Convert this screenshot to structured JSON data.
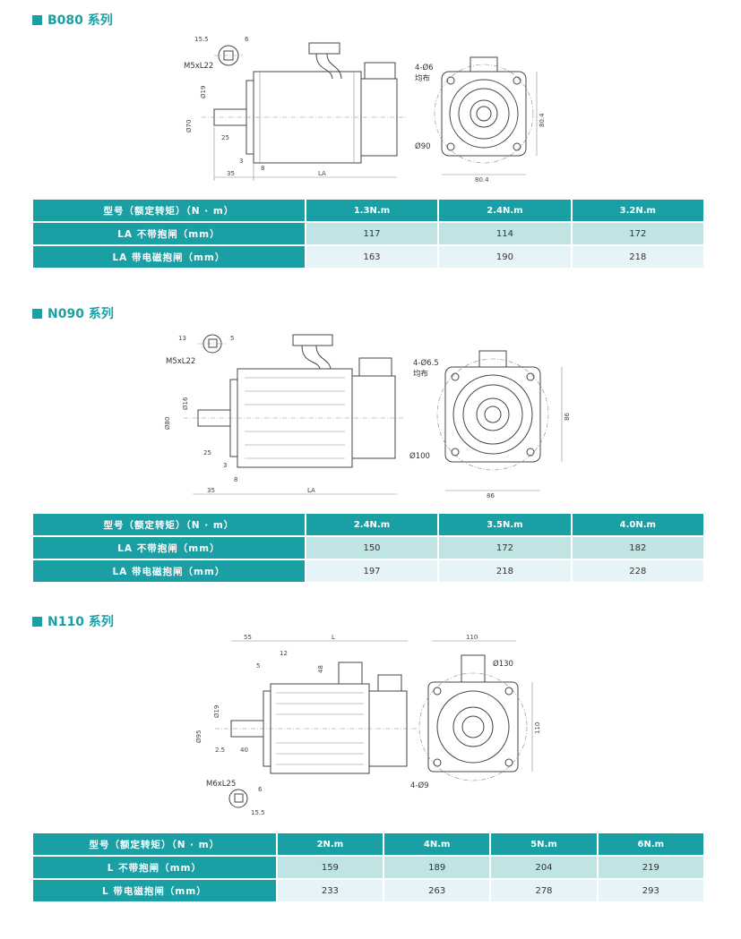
{
  "sections": [
    {
      "title": "B080 系列",
      "table": {
        "header_label": "型号（额定转矩）（N · m）",
        "models": [
          "1.3N.m",
          "2.4N.m",
          "3.2N.m"
        ],
        "rows": [
          {
            "label": "LA 不带抱闸（mm）",
            "values": [
              "117",
              "114",
              "172"
            ]
          },
          {
            "label": "LA 带电磁抱闸（mm）",
            "values": [
              "163",
              "190",
              "218"
            ]
          }
        ]
      },
      "dims": {
        "key_w": "15.5",
        "key_h": "6",
        "screw": "M5xL22",
        "shaft_d": "Ø19",
        "flange_d": "Ø70",
        "shaft_len": "25",
        "step": "3",
        "collar": "8",
        "front": "35",
        "body": "LA",
        "holes": "4-Ø6",
        "holes_note": "均布",
        "pcd": "Ø90",
        "square_h": "80.4",
        "square_w": "80.4"
      }
    },
    {
      "title": "N090 系列",
      "table": {
        "header_label": "型号（额定转矩）（N · m）",
        "models": [
          "2.4N.m",
          "3.5N.m",
          "4.0N.m"
        ],
        "rows": [
          {
            "label": "LA 不带抱闸（mm）",
            "values": [
              "150",
              "172",
              "182"
            ]
          },
          {
            "label": "LA 带电磁抱闸（mm）",
            "values": [
              "197",
              "218",
              "228"
            ]
          }
        ]
      },
      "dims": {
        "key_w": "13",
        "key_h": "5",
        "screw": "M5xL22",
        "shaft_d": "Ø16",
        "flange_d": "Ø80",
        "shaft_len": "25",
        "step": "3",
        "collar": "8",
        "front": "35",
        "body": "LA",
        "holes": "4-Ø6.5",
        "holes_note": "均布",
        "pcd": "Ø100",
        "square_h": "86",
        "square_w": "86"
      }
    },
    {
      "title": "N110 系列",
      "table": {
        "header_label": "型号（额定转矩）（N · m）",
        "models": [
          "2N.m",
          "4N.m",
          "5N.m",
          "6N.m"
        ],
        "rows": [
          {
            "label": "L 不带抱闸（mm）",
            "values": [
              "159",
              "189",
              "204",
              "219"
            ]
          },
          {
            "label": "L 带电磁抱闸（mm）",
            "values": [
              "233",
              "263",
              "278",
              "293"
            ]
          }
        ]
      },
      "dims": {
        "front": "55",
        "body": "L",
        "collar": "12",
        "step": "5",
        "conn_h": "48",
        "shaft_d": "Ø19",
        "flange_d": "Ø95",
        "step2": "2.5",
        "shaft_len": "40",
        "screw": "M6xL25",
        "key_h": "6",
        "key_w": "15.5",
        "square_w": "110",
        "square_h": "110",
        "pcd": "Ø130",
        "holes": "4-Ø9"
      }
    }
  ]
}
